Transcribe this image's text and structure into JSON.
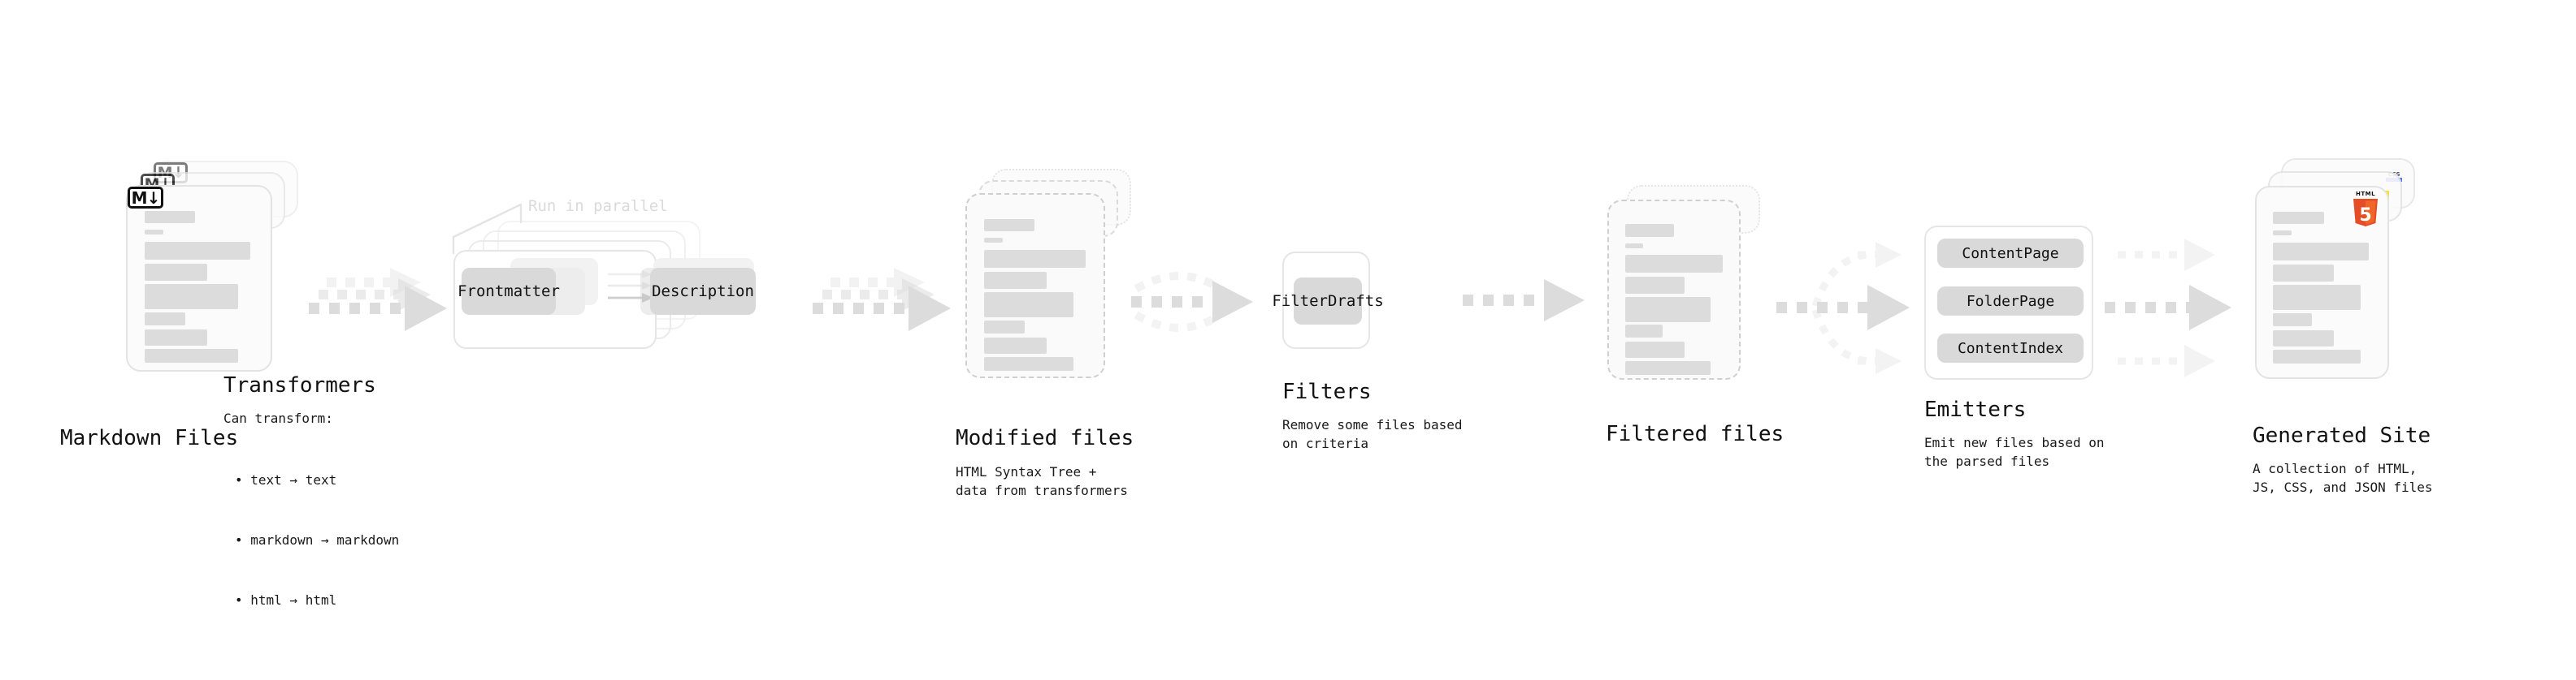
{
  "diagram": {
    "title_font_size": 26,
    "sub_font_size": 16,
    "colors": {
      "background": "#ffffff",
      "card_fill": "#fbfbfb",
      "card_border": "#e3e3e3",
      "skeleton_bar": "#dcdcdc",
      "pill_fill": "#d9d9d9",
      "arrow": "#dcdcdc",
      "text": "#111111",
      "faint_text": "#dadada",
      "html5_orange": "#e44d26",
      "html5_orange_light": "#f16529",
      "js_yellow": "#f7df1e",
      "css_blue": "#264de4"
    }
  },
  "stages": [
    {
      "id": "markdown-files",
      "title": "Markdown Files",
      "description": "",
      "badge": "markdown-icon",
      "badge_label": "M"
    },
    {
      "id": "transformers",
      "title": "Transformers",
      "description": "Can transform:",
      "annotation": "Run in parallel",
      "pills": [
        "Frontmatter",
        "Description"
      ],
      "bullets": [
        "• text → text",
        "• markdown → markdown",
        "• html → html"
      ]
    },
    {
      "id": "modified-files",
      "title": "Modified files",
      "description": "HTML Syntax Tree +\ndata from transformers"
    },
    {
      "id": "filters",
      "title": "Filters",
      "description": "Remove some files based\non criteria",
      "pills": [
        "FilterDrafts"
      ]
    },
    {
      "id": "filtered-files",
      "title": "Filtered files",
      "description": ""
    },
    {
      "id": "emitters",
      "title": "Emitters",
      "description": "Emit new files based on\nthe parsed files",
      "pills": [
        "ContentPage",
        "FolderPage",
        "ContentIndex"
      ]
    },
    {
      "id": "generated-site",
      "title": "Generated Site",
      "description": "A collection of HTML,\nJS, CSS, and JSON files",
      "badges": [
        "html5-icon",
        "js-icon",
        "css-icon"
      ],
      "badge_labels": {
        "html5": "HTML",
        "html5_digit": "5",
        "css": "CSS"
      }
    }
  ]
}
